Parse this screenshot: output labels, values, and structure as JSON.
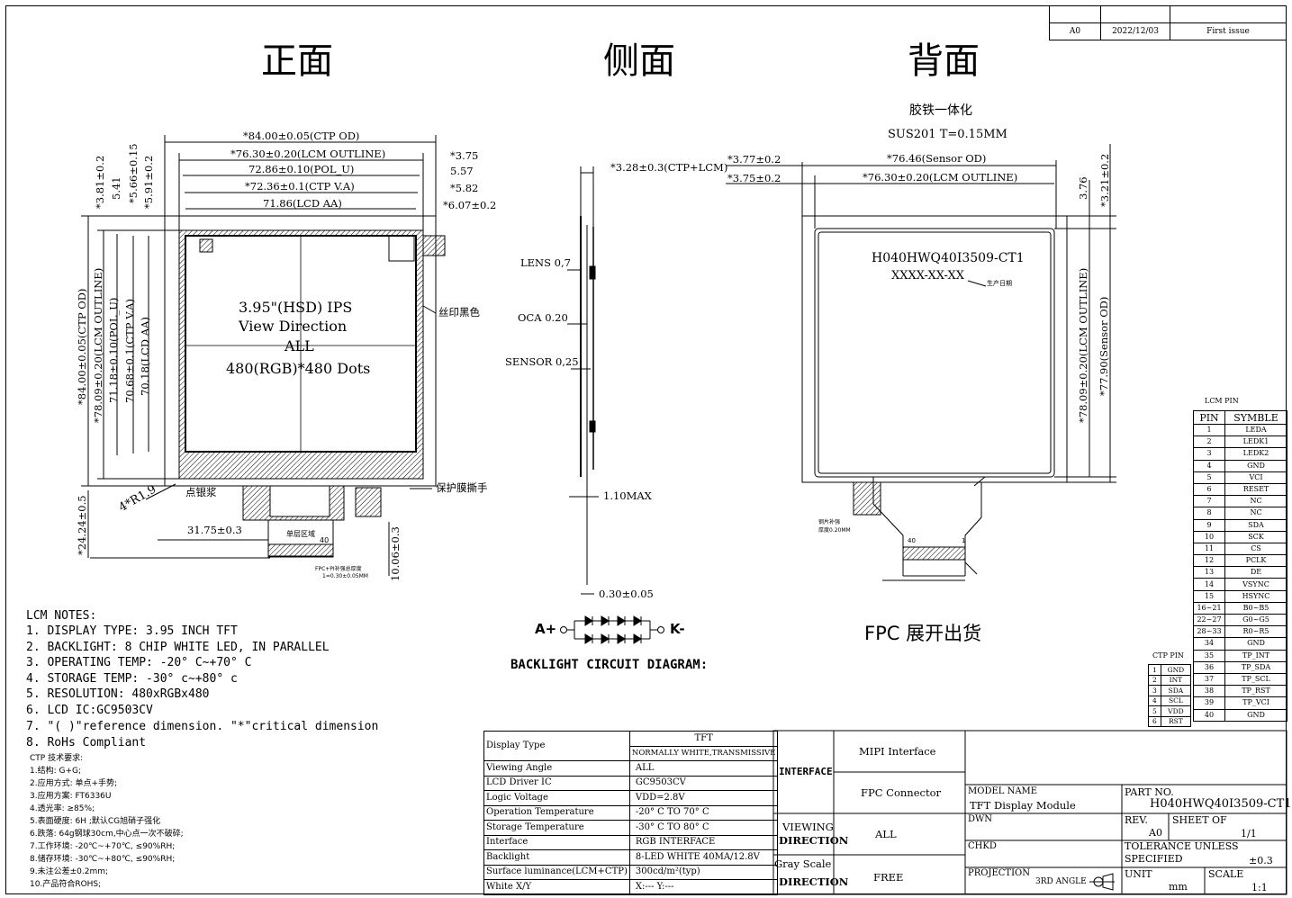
{
  "revision": {
    "rows": [
      {
        "rev": "A0",
        "date": "2022/12/03",
        "desc": "First issue"
      }
    ]
  },
  "views": {
    "front": "正面",
    "side": "侧面",
    "back": "背面"
  },
  "front": {
    "top_dims": [
      "*84.00±0.05(CTP OD)",
      "*76.30±0.20(LCM OUTLINE)",
      "72.86±0.10(POL_U)",
      "*72.36±0.1(CTP V.A)",
      "71.86(LCD AA)"
    ],
    "right_dims": [
      "*3.75",
      "5.57",
      "*5.82",
      "*6.07±0.2"
    ],
    "left_top_dims": [
      "*3.81±0.2",
      "5.41",
      "*5.66±0.15",
      "*5.91±0.2"
    ],
    "left_dims": [
      "*84.00±0.05(CTP OD)",
      "*78.09±0.20(LCM OUTLINE)",
      "71.18±0.10(POL_U)",
      "70.68±0.1(CTP V.A)",
      "70.18(LCD AA)"
    ],
    "display_text": [
      "3.95\"(HSD) IPS",
      "View Direction",
      "ALL",
      "480(RGB)*480 Dots"
    ],
    "silkscreen": "丝印黑色",
    "silver_paste": "点银浆",
    "protect_film": "保护膜撕手",
    "radius": "4*R1.9",
    "dim_fpc_left": "31.75±0.3",
    "dim_bottom_left": "*24.24±0.5",
    "dim_bottom_right": "10.06±0.3",
    "stiffener": "单层区域",
    "fpc_pin": "40",
    "fpc_note1": "FPC+PI补强总厚度",
    "fpc_note2": "1=0.30±0.05MM"
  },
  "side": {
    "top_dim": "*3.28±0.3(CTP+LCM)",
    "layers": [
      "LENS 0,7",
      "OCA 0.20",
      "SENSOR 0,25"
    ],
    "max": "1.10MAX",
    "fpc_thk": "0.30±0.05"
  },
  "back": {
    "material1": "胶铁一体化",
    "material2": "SUS201 T=0.15MM",
    "dims_left": [
      "*3.77±0.2",
      "*3.75±0.2"
    ],
    "dims_top": [
      "*76.46(Sensor OD)",
      "*76.30±0.20(LCM OUTLINE)"
    ],
    "dims_right": [
      "3.76",
      "*3.21±0.2"
    ],
    "right_dims_v": [
      "*78.09±0.20(LCM OUTLINE)",
      "*77.90(Sensor OD)"
    ],
    "model": "H040HWQ40I3509-CT1",
    "date_code": "XXXX-XX-XX",
    "date_label": "生产日期",
    "steel_label1": "钢片补强",
    "steel_label2": "厚度0.20MM",
    "fpc_pins": [
      "40",
      "1"
    ],
    "fpc_ship": "FPC  展开出货"
  },
  "backlight": {
    "title": "BACKLIGHT CIRCUIT DIAGRAM:",
    "anode": "A+",
    "cathode": "K-"
  },
  "notes": {
    "title": "LCM NOTES:",
    "items": [
      "1. DISPLAY TYPE: 3.95 INCH TFT",
      "2. BACKLIGHT: 8 CHIP WHITE LED, IN PARALLEL",
      "3. OPERATING TEMP: -20° C~+70° C",
      "4. STORAGE TEMP: -30° c~+80° c",
      "5. RESOLUTION: 480xRGBx480",
      "6. LCD IC:GC9503CV",
      "7. \"( )\"reference dimension. \"*\"critical dimension",
      "8. RoHs Compliant"
    ],
    "ctp_title": "CTP 技术要求:",
    "ctp_items": [
      "1.结构: G+G;",
      "2.应用方式: 单点+手势;",
      "3.应用方案: FT6336U",
      "4.透光率: ≥85%;",
      "5.表面硬度: 6H ;默认CG旭硝子强化",
      "6.跌落: 64g钢球30cm,中心点一次不破碎;",
      "7.工作环境: -20℃~+70℃, ≤90%RH;",
      "8.储存环境: -30℃~+80℃, ≤90%RH;",
      "9.未注公差±0.2mm;",
      "10.产品符合ROHS;"
    ]
  },
  "lcm_pin": {
    "title": "LCM PIN",
    "headers": [
      "PIN",
      "SYMBLE"
    ],
    "rows": [
      [
        "1",
        "LEDA"
      ],
      [
        "2",
        "LEDK1"
      ],
      [
        "3",
        "LEDK2"
      ],
      [
        "4",
        "GND"
      ],
      [
        "5",
        "VCI"
      ],
      [
        "6",
        "RESET"
      ],
      [
        "7",
        "NC"
      ],
      [
        "8",
        "NC"
      ],
      [
        "9",
        "SDA"
      ],
      [
        "10",
        "SCK"
      ],
      [
        "11",
        "CS"
      ],
      [
        "12",
        "PCLK"
      ],
      [
        "13",
        "DE"
      ],
      [
        "14",
        "VSYNC"
      ],
      [
        "15",
        "HSYNC"
      ],
      [
        "16~21",
        "B0~B5"
      ],
      [
        "22~27",
        "G0~G5"
      ],
      [
        "28~33",
        "R0~R5"
      ],
      [
        "34",
        "GND"
      ],
      [
        "35",
        "TP_INT"
      ],
      [
        "36",
        "TP_SDA"
      ],
      [
        "37",
        "TP_SCL"
      ],
      [
        "38",
        "TP_RST"
      ],
      [
        "39",
        "TP_VCI"
      ],
      [
        "40",
        "GND"
      ]
    ]
  },
  "ctp_pin": {
    "title": "CTP PIN",
    "rows": [
      [
        "1",
        "GND"
      ],
      [
        "2",
        "INT"
      ],
      [
        "3",
        "SDA"
      ],
      [
        "4",
        "SCL"
      ],
      [
        "5",
        "VDD"
      ],
      [
        "6",
        "RST"
      ]
    ]
  },
  "spec": {
    "rows": [
      [
        "Display Type",
        "TFT"
      ],
      [
        "",
        "NORMALLY WHITE,TRANSMISSIVE"
      ],
      [
        "Viewing Angle",
        "ALL"
      ],
      [
        "LCD Driver IC",
        "GC9503CV"
      ],
      [
        "Logic Voltage",
        "VDD=2.8V"
      ],
      [
        "Operation Temperature",
        "-20° C TO 70° C"
      ],
      [
        "Storage Temperature",
        "-30° C TO 80° C"
      ],
      [
        "Interface",
        "RGB INTERFACE"
      ],
      [
        "Backlight",
        "8-LED WHITE 40MA/12.8V"
      ],
      [
        "Surface luminance(LCM+CTP)",
        "300cd/m²(typ)"
      ],
      [
        "White X/Y",
        "X:---  Y:---"
      ]
    ],
    "interface_label": "INTERFACE",
    "interface_values": [
      "MIPI Interface",
      "FPC Connector"
    ],
    "viewing_label": [
      "VIEWING",
      "DIRECTION"
    ],
    "viewing_value": "ALL",
    "gray_label": [
      "Gray Scale",
      "DIRECTION"
    ],
    "gray_value": "FREE"
  },
  "titleblock": {
    "model_label": "MODEL NAME",
    "model_value": "TFT Display Module",
    "part_label": "PART NO.",
    "part_value": "H040HWQ40I3509-CT1",
    "dwn": "DWN",
    "rev_label": "REV.",
    "rev_value": "A0",
    "sheet_label": "SHEET OF",
    "sheet_value": "1/1",
    "chkd": "CHKD",
    "tol1": "TOLERANCE UNLESS",
    "tol2": "SPECIFIED",
    "tol_value": "±0.3",
    "projection": "PROJECTION",
    "angle": "3RD ANGLE",
    "unit_label": "UNIT",
    "unit_value": "mm",
    "scale_label": "SCALE",
    "scale_value": "1:1"
  }
}
